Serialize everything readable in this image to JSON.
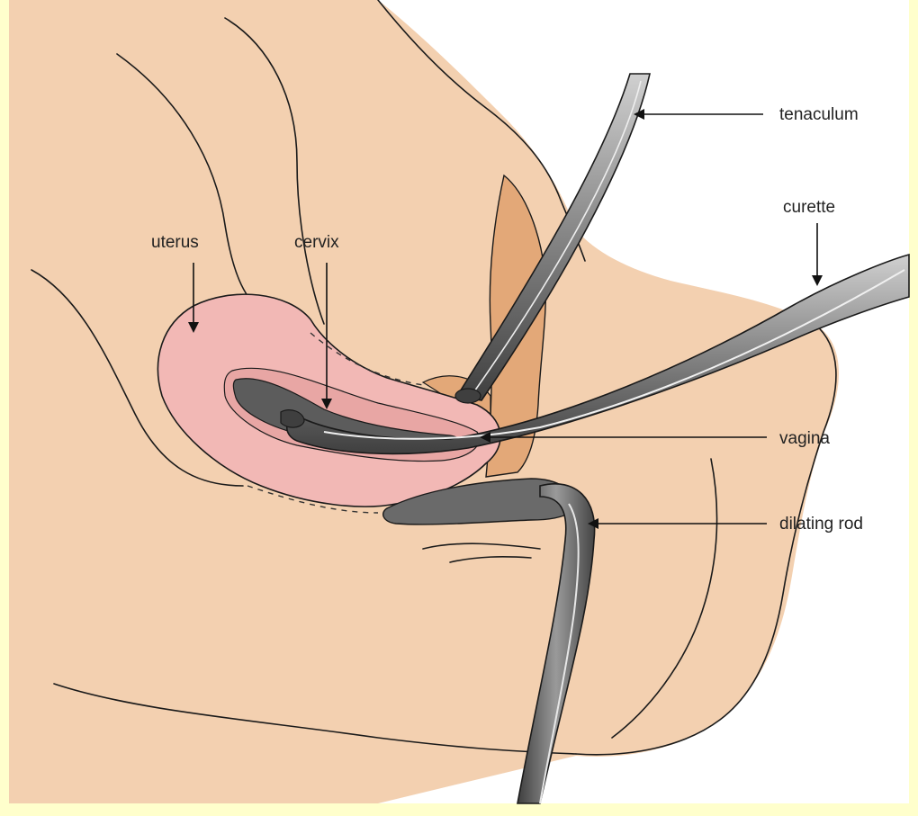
{
  "labels": {
    "tenaculum": "tenaculum",
    "curette": "curette",
    "uterus": "uterus",
    "cervix": "cervix",
    "vagina": "vagina",
    "dilating_rod": "dilating rod"
  },
  "colors": {
    "page_background": "#ffffcc",
    "skin": "#f3d0b0",
    "uterus": "#f2b8b5",
    "uterus_wall": "#e8a6a4",
    "cervix_tissue": "#e3a878",
    "cavity": "#5c5c5c",
    "instrument_dark": "#4a4a4a",
    "instrument_mid": "#8f8f8f",
    "instrument_light": "#c9c9c9",
    "outline": "#1a1a1a"
  }
}
